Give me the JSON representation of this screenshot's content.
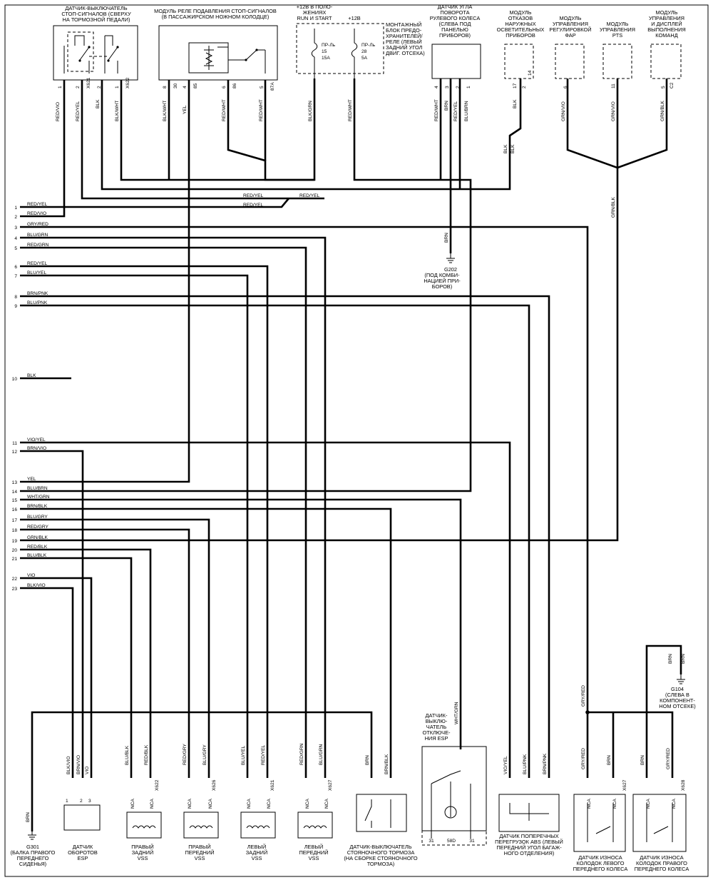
{
  "top_components": {
    "brake_switch": [
      "ДАТЧИК-ВЫКЛЮЧАТЕЛЬ",
      "СТОП-СИГНАЛОВ (СВЕРХУ",
      "НА ТОРМОЗНОЙ ПЕДАЛИ)"
    ],
    "relay_module": [
      "МОДУЛЬ РЕЛЕ ПОДАВЛЕНИЯ СТОП-СИГНАЛОВ",
      "(В ПАССАЖИРСКОМ НОЖНОМ КОЛОДЦЕ)"
    ],
    "power_run_start": [
      "+12В В ПОЛО-",
      "ЖЕНИЯХ",
      "RUN И START"
    ],
    "power_12v": "+12В",
    "fuse_block": [
      "МОНТАЖНЫЙ",
      "БЛОК ПРЕДО-",
      "ХРАНИТЕЛЕЙ/",
      "РЕЛЕ (ЛЕВЫЙ",
      "ЗАДНИЙ УГОЛ",
      "ДВИГ. ОТСЕКА)"
    ],
    "fuse_15": [
      "ПР-Ль",
      "15",
      "15A"
    ],
    "fuse_28": [
      "ПР-Ль",
      "28",
      "5A"
    ],
    "steering_sensor": [
      "ДАТЧИК УГЛА",
      "ПОВОРОТА",
      "РУЛЕВОГО КОЛЕСА",
      "(СЛЕВА ПОД",
      "ПАНЕЛЬЮ",
      "ПРИБОРОВ)"
    ],
    "lamp_module": [
      "МОДУЛЬ",
      "ОТКАЗОВ",
      "НАРУЖНЫХ",
      "ОСВЕТИТЕЛЬНЫХ",
      "ПРИБОРОВ"
    ],
    "headlamp_module": [
      "МОДУЛЬ",
      "УПРАВЛЕНИЯ",
      "РЕГУЛИРОВКОЙ",
      "ФАР"
    ],
    "pts_module": [
      "МОДУЛЬ",
      "УПРАВЛЕНИЯ",
      "PTS"
    ],
    "display_module": [
      "МОДУЛЬ",
      "УПРАВЛЕНИЯ",
      "И ДИСПЛЕЙ",
      "ВЫПОЛНЕНИЯ",
      "КОМАНД"
    ]
  },
  "bottom_components": {
    "g301": [
      "G301",
      "(БАЛКА ПРАВОГО",
      "ПЕРЕДНЕГО",
      "СИДЕНЬЯ)"
    ],
    "esp_rpm": [
      "ДАТЧИК",
      "ОБОРОТОВ",
      "ESP"
    ],
    "vss_rr": [
      "ПРАВЫЙ",
      "ЗАДНИЙ",
      "VSS"
    ],
    "vss_rf": [
      "ПРАВЫЙ",
      "ПЕРЕДНИЙ",
      "VSS"
    ],
    "vss_lr": [
      "ЛЕВЫЙ",
      "ЗАДНИЙ",
      "VSS"
    ],
    "vss_lf": [
      "ЛЕВЫЙ",
      "ПЕРЕДНИЙ",
      "VSS"
    ],
    "park_brake": [
      "ДАТЧИК-ВЫКЛЮЧАТЕЛЬ",
      "СТОЯНОЧНОГО ТОРМОЗА",
      "(НА СБОРКЕ СТОЯНОЧНОГО",
      "ТОРМОЗА)"
    ],
    "esp_switch": [
      "ДАТЧИК-",
      "ВЫКЛЮ-",
      "ЧАТЕЛЬ",
      "ОТКЛЮЧЕ-",
      "НИЯ ESP"
    ],
    "esp_switch_pins": [
      "31",
      "58D",
      "31"
    ],
    "abs_sensor": [
      "ДАТЧИК ПОПЕРЕЧНЫХ",
      "ПЕРЕГРУЗОК ABS (ЛЕВЫЙ",
      "ПЕРЕДНИЙ УГОЛ БАГАЖ-",
      "НОГО ОТДЕЛЕНИЯ)"
    ],
    "pad_left": [
      "ДАТЧИК ИЗНОСА",
      "КОЛОДОК ЛЕВОГО",
      "ПЕРЕДНЕГО КОЛЕСА"
    ],
    "pad_right": [
      "ДАТЧИК ИЗНОСА",
      "КОЛОДОК ПРАВОГО",
      "ПЕРЕДНЕГО КОЛЕСА"
    ],
    "g202": [
      "G202",
      "(ПОД КОМБИ-",
      "НАЦИЕЙ ПРИ-",
      "БОРОВ)"
    ],
    "g104": [
      "G104",
      "(СЛЕВА В",
      "КОМПОНЕНТ-",
      "НОМ ОТСЕКЕ)"
    ]
  },
  "left_pins": [
    {
      "n": "1",
      "wire": "RED/YEL"
    },
    {
      "n": "2",
      "wire": "RED/VIO"
    },
    {
      "n": "3",
      "wire": "GRY/RED"
    },
    {
      "n": "4",
      "wire": "BLU/GRN"
    },
    {
      "n": "5",
      "wire": "RED/GRN"
    },
    {
      "n": "6",
      "wire": "RED/YEL"
    },
    {
      "n": "7",
      "wire": "BLU/YEL"
    },
    {
      "n": "8",
      "wire": "BRN/PNK"
    },
    {
      "n": "9",
      "wire": "BLU/PNK"
    },
    {
      "n": "10",
      "wire": "BLK"
    },
    {
      "n": "11",
      "wire": "VIO/YEL"
    },
    {
      "n": "12",
      "wire": "BRN/VIO"
    },
    {
      "n": "13",
      "wire": "YEL"
    },
    {
      "n": "14",
      "wire": "BLU/BRN"
    },
    {
      "n": "15",
      "wire": "WHT/GRN"
    },
    {
      "n": "16",
      "wire": "BRN/BLK"
    },
    {
      "n": "17",
      "wire": "BLU/GRY"
    },
    {
      "n": "18",
      "wire": "RED/GRY"
    },
    {
      "n": "19",
      "wire": "GRN/BLK"
    },
    {
      "n": "20",
      "wire": "RED/BLK"
    },
    {
      "n": "21",
      "wire": "BLU/BLK"
    },
    {
      "n": "22",
      "wire": "VIO"
    },
    {
      "n": "23",
      "wire": "BLK/VIO"
    }
  ],
  "wire_labels": {
    "red_yel": "RED/YEL",
    "red_vio": "RED/VIO",
    "blk": "BLK",
    "blk_wht": "BLK/WHT",
    "yel": "YEL",
    "red_wht": "RED/WHT",
    "blk_grn": "BLK/GRN",
    "brn": "BRN",
    "blu_brn": "BLU/BRN",
    "grn_vio": "GRN/VIO",
    "grn_blk": "GRN/BLK",
    "blk_vio": "BLK/VIO",
    "brn_vio": "BRN/VIO",
    "vio": "VIO",
    "blu_blk": "BLU/BLK",
    "red_blk": "RED/BLK",
    "red_gry": "RED/GRY",
    "blu_gry": "BLU/GRY",
    "blu_yel": "BLU/YEL",
    "red_grn": "RED/GRN",
    "blu_grn": "BLU/GRN",
    "brn_blk": "BRN/BLK",
    "wht_grn": "WHT/GRN",
    "vio_yel": "VIO/YEL",
    "blu_pnk": "BLU/PNK",
    "brn_pnk": "BRN/PNK",
    "gry_red": "GRY/RED"
  },
  "pin_codes": {
    "p1": "1",
    "p2": "2",
    "p3": "3",
    "p4": "4",
    "p5": "5",
    "p6": "6",
    "p7": "7",
    "p8": "8",
    "p9": "9",
    "p17": "17",
    "p14": "14",
    "p30": "30",
    "p85": "85",
    "p86": "86",
    "p87a": "87A",
    "p3b": "3",
    "p11": "11",
    "nca": "NCA",
    "x626": "X626",
    "x627": "X627",
    "x628": "X628",
    "x621": "X621",
    "x622": "X622",
    "c2": "C2"
  }
}
